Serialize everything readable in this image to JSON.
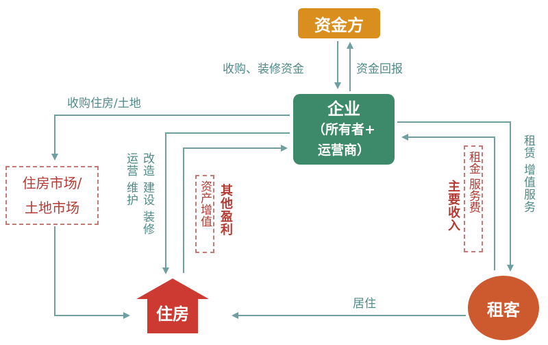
{
  "nodes": {
    "funder": "资金方",
    "enterprise_line1": "企业",
    "enterprise_line2": "（所有者+",
    "enterprise_line3": "运营商）",
    "market_line1": "住房市场/",
    "market_line2": "土地市场",
    "housing": "住房",
    "tenant": "租客"
  },
  "edges": {
    "funding_down": "收购、装修资金",
    "funding_up": "资金回报",
    "acquire": "收购住房/土地",
    "rent_services": "租赁 增值服务",
    "reside": "居住",
    "renovate": "改造 建设 装修",
    "operate": "运营 维护"
  },
  "income": {
    "other_box": "资产增值",
    "other_label": "其他盈利",
    "main_box": "租金 服务费",
    "main_label": "主要收入"
  },
  "colors": {
    "arrow": "#6f9fa0",
    "funder": "#d98e1d",
    "enterprise": "#3d8a6b",
    "tenant": "#cd5a2e",
    "housing": "#cc3a32",
    "highlight": "#b33a33"
  }
}
